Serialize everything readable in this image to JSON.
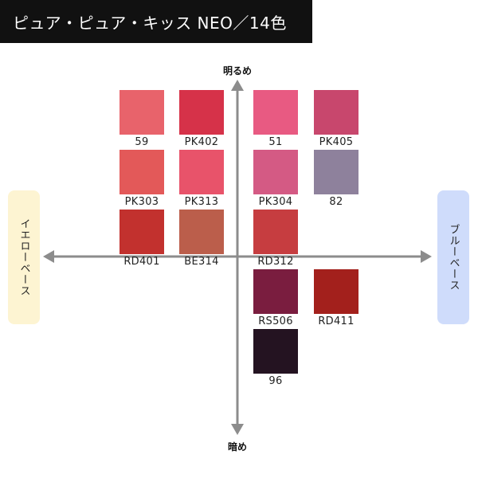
{
  "title": "ピュア・ピュア・キッス NEO／14色",
  "axes": {
    "top": "明るめ",
    "bottom": "暗め",
    "left": "イエローベース",
    "right": "ブルーベース",
    "arrow_color": "#8c8c8c",
    "left_box_color": "#fdf4d2",
    "right_box_color": "#cfdcfb"
  },
  "swatches": [
    {
      "name": "59",
      "color": "#e8636b",
      "col": 0,
      "row": 0
    },
    {
      "name": "PK402",
      "color": "#d63249",
      "col": 1,
      "row": 0
    },
    {
      "name": "51",
      "color": "#e85a82",
      "col": 2,
      "row": 0
    },
    {
      "name": "PK405",
      "color": "#c8476d",
      "col": 3,
      "row": 0
    },
    {
      "name": "PK303",
      "color": "#e35959",
      "col": 0,
      "row": 1
    },
    {
      "name": "PK313",
      "color": "#e8536a",
      "col": 1,
      "row": 1
    },
    {
      "name": "PK304",
      "color": "#d45a84",
      "col": 2,
      "row": 1
    },
    {
      "name": "82",
      "color": "#8e819c",
      "col": 3,
      "row": 1
    },
    {
      "name": "RD401",
      "color": "#c2312e",
      "col": 0,
      "row": 2
    },
    {
      "name": "BE314",
      "color": "#bb5e4b",
      "col": 1,
      "row": 2
    },
    {
      "name": "RD312",
      "color": "#c63d40",
      "col": 2,
      "row": 2
    },
    {
      "name": "RS506",
      "color": "#7a1d3f",
      "col": 2,
      "row": 3
    },
    {
      "name": "RD411",
      "color": "#a3201c",
      "col": 3,
      "row": 3
    },
    {
      "name": "96",
      "color": "#241321",
      "col": 2,
      "row": 4
    }
  ]
}
